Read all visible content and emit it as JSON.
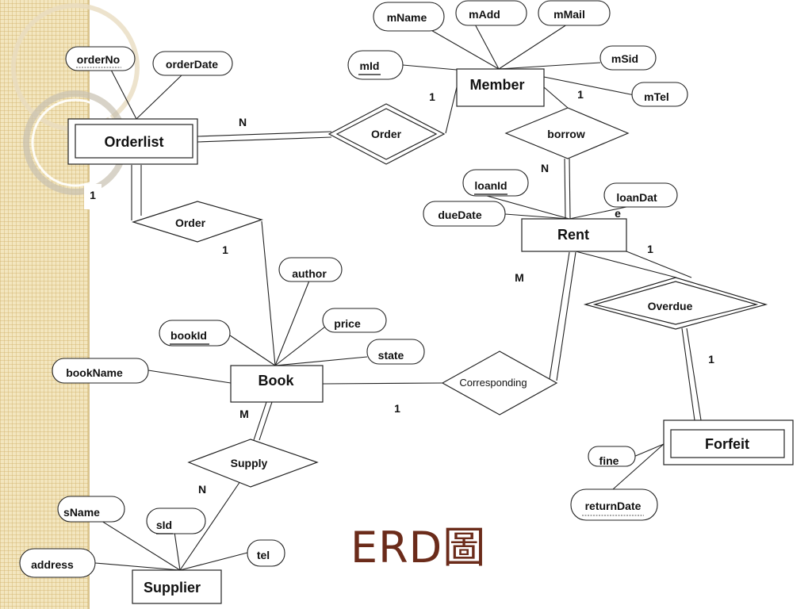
{
  "diagram": {
    "title": "ERD圖",
    "entities": {
      "orderlist": "Orderlist",
      "member": "Member",
      "rent": "Rent",
      "book": "Book",
      "forfeit": "Forfeit",
      "supplier": "Supplier"
    },
    "relationships": {
      "order_top": "Order",
      "order_left": "Order",
      "borrow": "borrow",
      "overdue": "Overdue",
      "corresponding": "Corresponding",
      "supply": "Supply"
    },
    "attributes": {
      "orderNo": "orderNo",
      "orderDate": "orderDate",
      "mName": "mName",
      "mAdd": "mAdd",
      "mMail": "mMail",
      "mId": "mId",
      "mSid": "mSid",
      "mTel": "mTel",
      "loanId": "loanId",
      "loanDate_line1": "loanDat",
      "loanDate_line2": "e",
      "dueDate": "dueDate",
      "author": "author",
      "price": "price",
      "bookId": "bookId",
      "state": "state",
      "bookName": "bookName",
      "fine": "fine",
      "returnDate": "returnDate",
      "sName": "sName",
      "sId": "sId",
      "tel": "tel",
      "address": "address"
    },
    "cardinalities": {
      "orderlist_order_top": "N",
      "member_order": "1",
      "member_borrow": "1",
      "borrow_rent": "N",
      "orderlist_order_left": "1",
      "order_book": "1",
      "rent_overdue": "1",
      "rent_corresponding": "M",
      "overdue_forfeit": "1",
      "book_corresponding": "1",
      "book_supply": "M",
      "supply_supplier": "N"
    }
  }
}
